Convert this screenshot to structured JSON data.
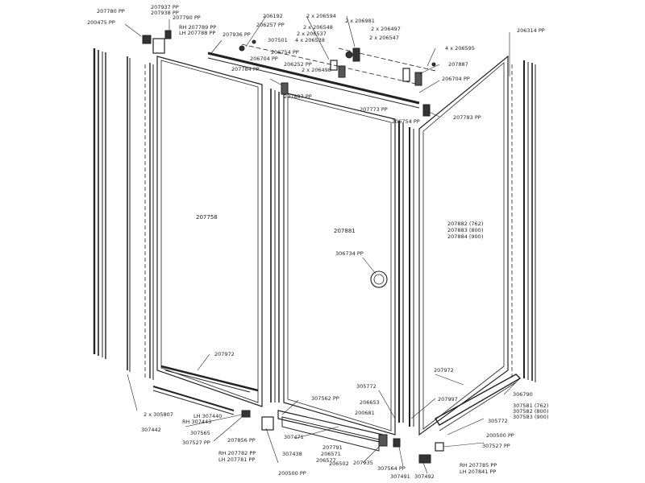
{
  "labels": {
    "p207937": "207937 PP",
    "p207938": "207938 PP",
    "p207780": "207780 PP",
    "p207790": "207790 PP",
    "p200475": "200475 PP",
    "p207789": "RH 207789 PP",
    "p207788": "LH 207788 PP",
    "p207936": "207936 PP",
    "p206192": "206192",
    "p206257": "206257 PP",
    "p307501": "307501",
    "p206704a": "206704 PP",
    "p206754a": "206754 PP",
    "p207784": "207784 PP",
    "p206252": "206252 PP",
    "p206498": "2 x 206498",
    "p206594": "2 x 206594",
    "p206981": "2 x 206981",
    "p206548": "2 x 206548",
    "p206537": "2 x 206537",
    "p206538": "4 x 206538",
    "p206497": "2 x 206497",
    "p206547": "2 x 206547",
    "p206595": "4 x 206595",
    "p206314": "206314 PP",
    "p207887a": "207887",
    "p206704b": "206704 PP",
    "p207887b": "207887 PP",
    "p207773": "207773 PP",
    "p206754b": "206754 PP",
    "p207783": "207783 PP",
    "p207758": "207758",
    "p207881": "207881",
    "p207882": "207882 (762)",
    "p207883": "207883 (800)",
    "p207884": "207884 (900)",
    "p306734": "306734 PP",
    "p207972a": "207972",
    "p207972b": "207972",
    "p305772a": "305772",
    "p206653": "206653",
    "p200681": "200681",
    "p307562": "307562 PP",
    "p207997": "207997",
    "p306790": "306790",
    "p307581": "307581 (762)",
    "p307582": "307582 (800)",
    "p307583": "307583 (900)",
    "p305772b": "305772",
    "p200500b": "200500 PP",
    "p307527b": "307527 PP",
    "p207785": "RH 207785 PP",
    "p207841": "LH 207841 PP",
    "p305807": "2 x 305807",
    "p307440": "LH 307440",
    "p307443": "RH 307443",
    "p307442": "307442",
    "p307565": "307565",
    "p307527a": "307527 PP",
    "p207856": "207856 PP",
    "p207782": "RH 207782 PP",
    "p207781": "LH 207781 PP",
    "p200500a": "200500 PP",
    "p307471": "307471",
    "p307438": "307438",
    "p207791": "207791",
    "p206571": "206571",
    "p206577": "206577",
    "p206502": "206502",
    "p207935": "207935",
    "p307564": "307564 PP",
    "p307491": "307491",
    "p307492": "307492"
  },
  "colors": {
    "line": "#222222",
    "panel_fill": "#ffffff",
    "profile_dark": "#333333"
  }
}
